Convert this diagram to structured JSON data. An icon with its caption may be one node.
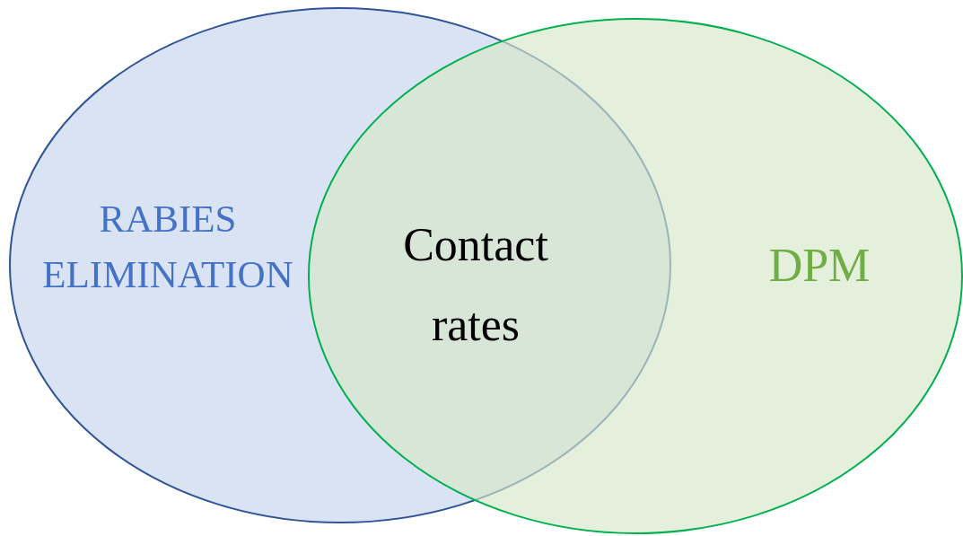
{
  "diagram": {
    "nodes": [
      {
        "text": [
          "RABIES ELIMINATION"
        ]
      },
      {
        "text": [
          "DPM"
        ]
      }
    ],
    "labels": [
      "Contact rates"
    ]
  }
}
